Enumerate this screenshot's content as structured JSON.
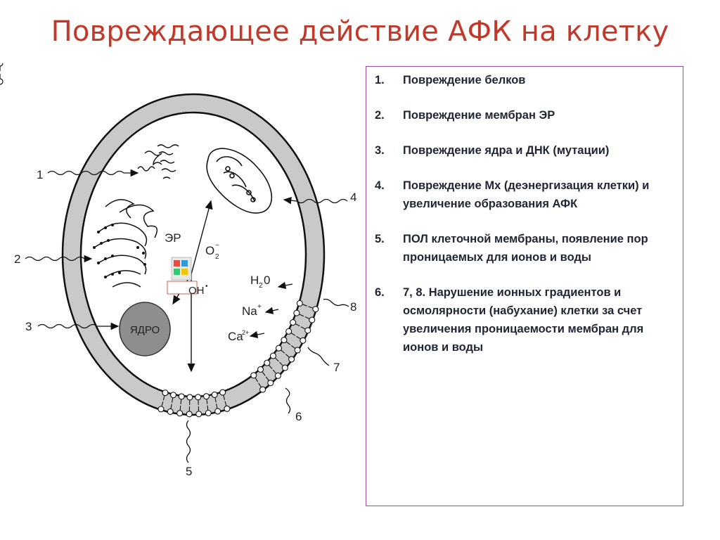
{
  "slide": {
    "title": "Повреждающее действие АФК на клетку"
  },
  "diagram": {
    "labels": {
      "er": "ЭР",
      "o2": "O",
      "o2_sub": "2",
      "o2_sup": "−",
      "oh": "OH",
      "oh_sup": "•",
      "nucleus": "ЯДРО",
      "h2o_h": "H",
      "h2o_sub": "2",
      "h2o_o": "0",
      "na": "Na",
      "na_sup": "+",
      "ca": "Ca",
      "ca_sup": "2+"
    },
    "callouts": [
      "1",
      "2",
      "3",
      "4",
      "5",
      "6",
      "7",
      "8"
    ]
  },
  "list": {
    "items": [
      {
        "num": "1.",
        "text": "Повреждение белков"
      },
      {
        "num": "2.",
        "text": "Повреждение  мембран ЭР"
      },
      {
        "num": "3.",
        "text": "Повреждение ядра и ДНК (мутации)"
      },
      {
        "num": "4.",
        "text": "Повреждение Мх (деэнергизация клетки) и увеличение образования АФК"
      },
      {
        "num": "5.",
        "text": "ПОЛ клеточной мембраны, появление пор проницаемых для ионов и воды"
      },
      {
        "num": "6.",
        "text": "7, 8. Нарушение ионных градиентов и осмолярности (набухание) клетки за счет увеличения проницаемости мембран для ионов и воды"
      }
    ]
  }
}
